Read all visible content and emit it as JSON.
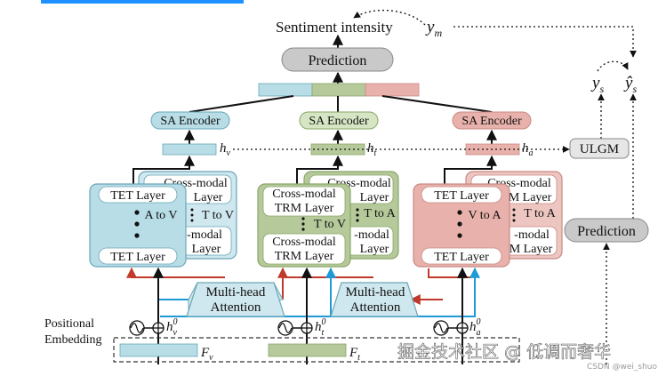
{
  "colors": {
    "blue_fill": "#b8dde6",
    "blue_stroke": "#6aa7b8",
    "green_fill": "#b5c99a",
    "green_stroke": "#8aa66a",
    "red_fill": "#e8b1ab",
    "red_stroke": "#c98a84",
    "gray_fill": "#c9c9c9",
    "arrow_red": "#c0392b",
    "arrow_blue": "#1e9ad6",
    "topbar": "#1e90ff"
  },
  "top": {
    "sentiment_intensity": "Sentiment intensity",
    "y_m": "y",
    "y_m_sub": "m",
    "prediction_label": "Prediction"
  },
  "encoders": {
    "v_label": "SA Encoder",
    "t_label": "SA Encoder",
    "a_label": "SA Encoder",
    "h_v": "h",
    "h_v_sub": "v",
    "h_t": "h",
    "h_t_sub": "t",
    "h_a": "h",
    "h_a_sub": "a"
  },
  "blocks": {
    "v": {
      "back_line1": "Cross-modal",
      "back_line2": "Layer",
      "back_line3": "-modal",
      "back_line4": "Layer",
      "top_label": "TET Layer",
      "direction": "A to V",
      "back_direction": "T to V",
      "bottom_label": "TET Layer"
    },
    "t": {
      "back_line1": "Cross-modal",
      "back_line2": "Layer",
      "back_line3": "-modal",
      "back_line4": "Layer",
      "top_line1": "Cross-modal",
      "top_line2": "TRM Layer",
      "direction": "T to V",
      "back_direction": "T to A",
      "bottom_line1": "Cross-modal",
      "bottom_line2": "TRM Layer"
    },
    "a": {
      "back_line1": "Cross-modal",
      "back_line2": "M Layer",
      "back_line3": "-modal",
      "back_line4": "M Layer",
      "top_label": "TET Layer",
      "direction": "V to A",
      "back_direction": "T to A",
      "bottom_label": "TET Layer"
    }
  },
  "attention": {
    "left_line1": "Multi-head",
    "left_line2": "Attention",
    "right_line1": "Multi-head",
    "right_line2": "Attention"
  },
  "bottom": {
    "positional_line1": "Positional",
    "positional_line2": "Embedding",
    "h_v0": "h",
    "h_v0_sub": "v",
    "h_t0": "h",
    "h_t0_sub": "t",
    "h_a0": "h",
    "h_a0_sub": "a",
    "sup0": "0",
    "F_v": "F",
    "F_v_sub": "v",
    "F_t": "F",
    "F_t_sub": "t"
  },
  "right": {
    "y_s": "y",
    "y_s_sub": "s",
    "yhat_s": "ŷ",
    "yhat_s_sub": "s",
    "ulgm_label": "ULGM",
    "prediction_label": "Prediction"
  },
  "watermark": {
    "main": "掘金技术社区 @ 低调而奢华",
    "small": "CSDN @wei_shuo"
  }
}
